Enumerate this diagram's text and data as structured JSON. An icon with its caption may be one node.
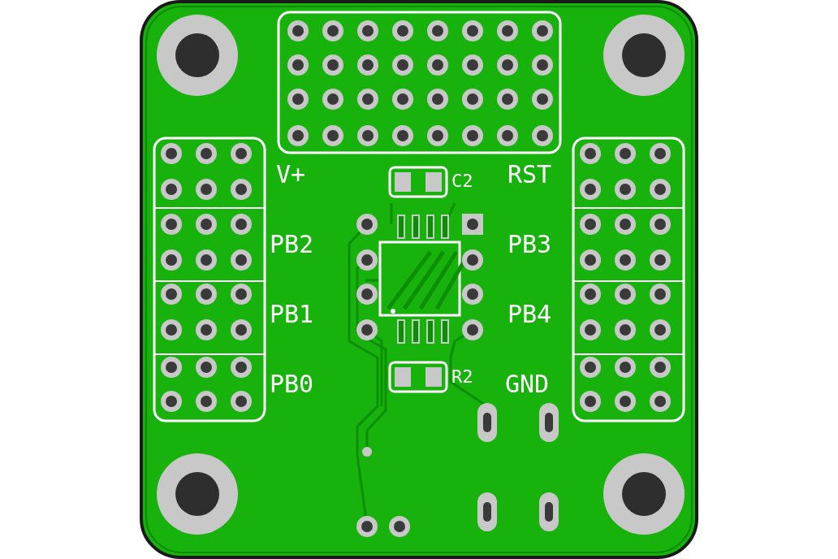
{
  "diagram": {
    "labels": [
      "V+",
      "C2",
      "RST",
      "PB2",
      "PB3",
      "PB1",
      "PB4",
      "PB0",
      "R2",
      "GND"
    ]
  }
}
